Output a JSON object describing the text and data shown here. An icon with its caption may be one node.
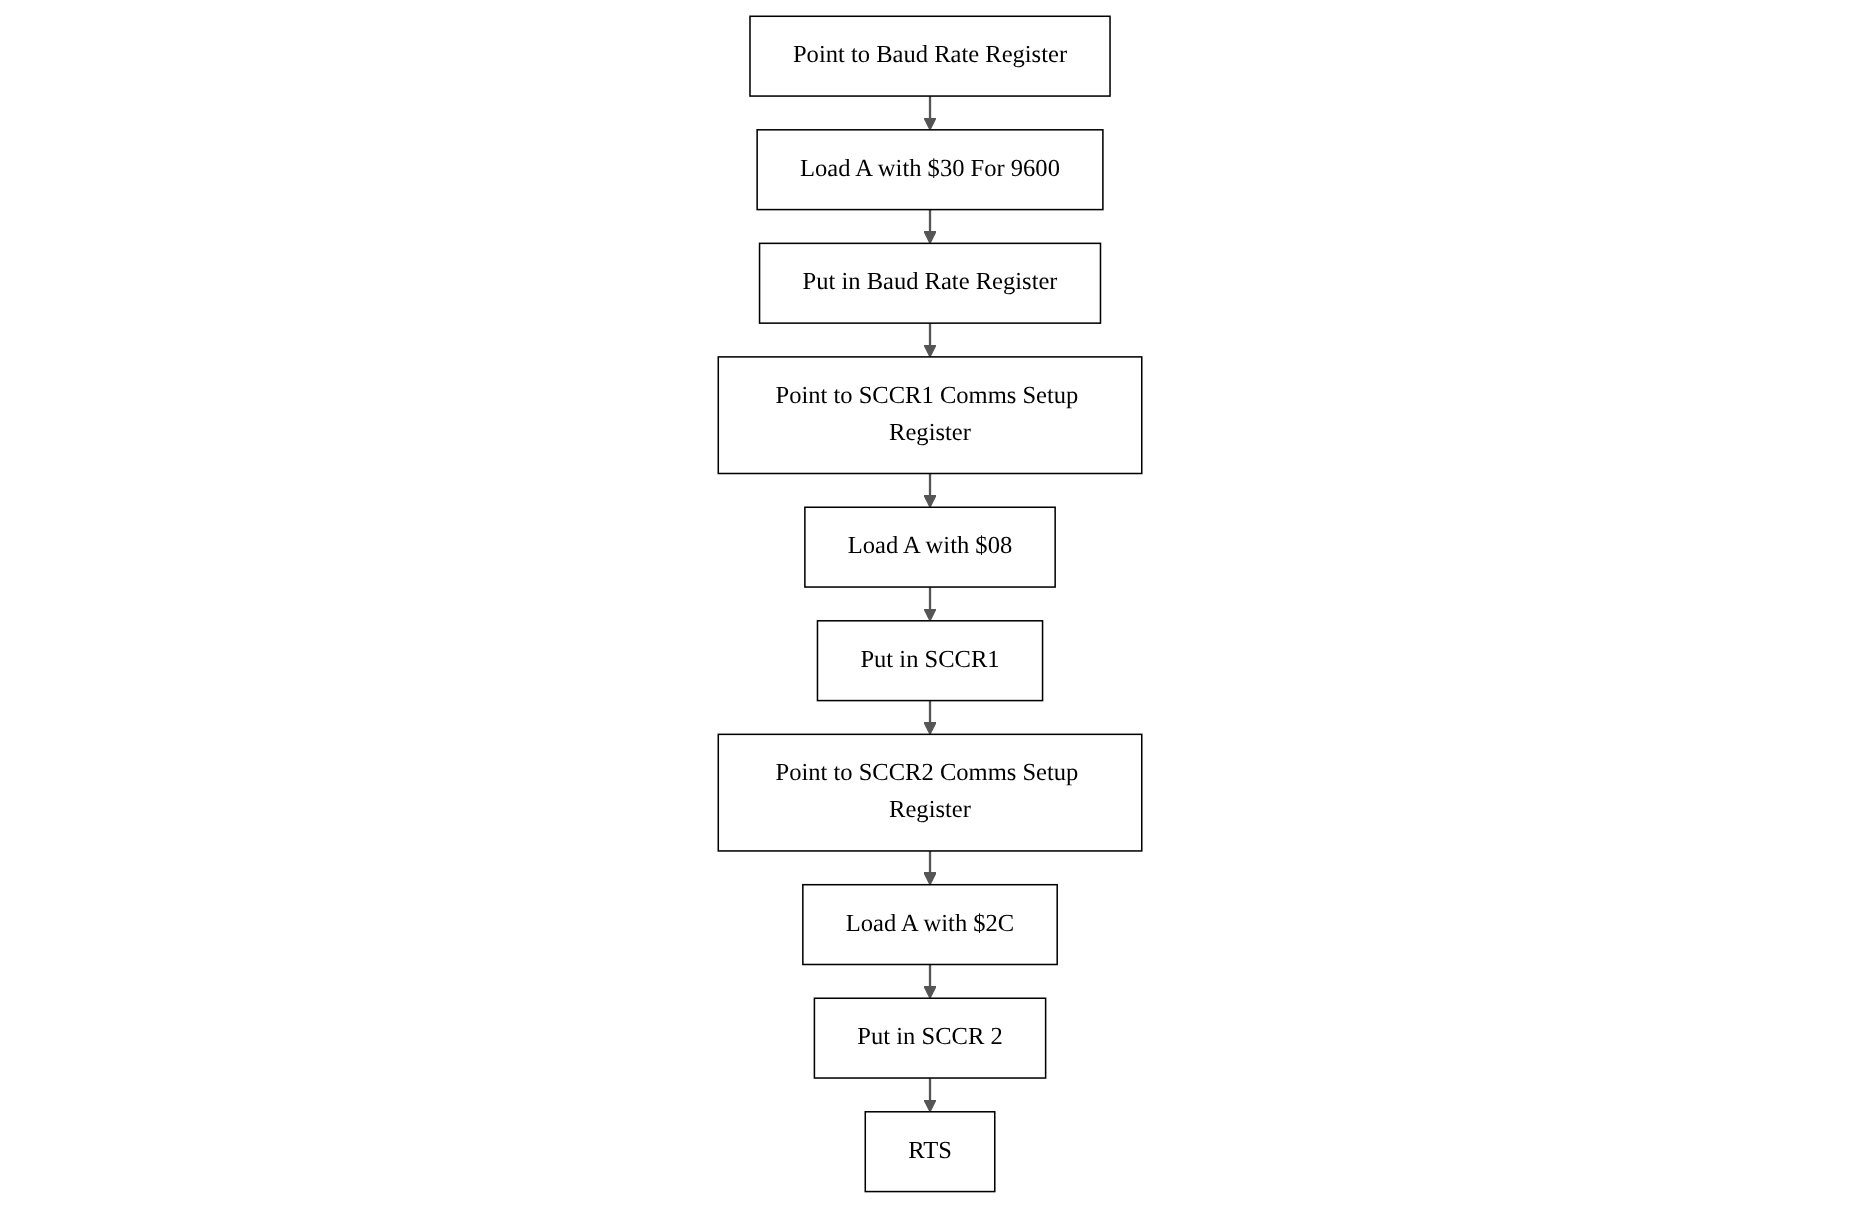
{
  "diagram": {
    "nodes": [
      {
        "text": [
          "Point to Baud Rate Register"
        ]
      },
      {
        "text": [
          "Load A with $30 For 9600"
        ]
      },
      {
        "text": [
          "Put in Baud Rate Register"
        ]
      },
      {
        "text": [
          "Point to SCCR1 Comms Setup Register"
        ]
      },
      {
        "text": [
          "Load A with $08"
        ]
      },
      {
        "text": [
          "Put in SCCR1"
        ]
      },
      {
        "text": [
          "Point to SCCR2 Comms Setup Register"
        ]
      },
      {
        "text": [
          "Load A with $2C"
        ]
      },
      {
        "text": [
          "Put in SCCR 2"
        ]
      },
      {
        "text": [
          "RTS"
        ]
      }
    ],
    "edges": [
      {
        "from": 0,
        "to": 1,
        "arrow": "to"
      },
      {
        "from": 1,
        "to": 2,
        "arrow": "to"
      },
      {
        "from": 2,
        "to": 3,
        "arrow": "to"
      },
      {
        "from": 3,
        "to": 4,
        "arrow": "to"
      },
      {
        "from": 4,
        "to": 5,
        "arrow": "to"
      },
      {
        "from": 5,
        "to": 6,
        "arrow": "to"
      },
      {
        "from": 6,
        "to": 7,
        "arrow": "to"
      },
      {
        "from": 7,
        "to": 8,
        "arrow": "to"
      },
      {
        "from": 8,
        "to": 9,
        "arrow": "to"
      }
    ]
  }
}
